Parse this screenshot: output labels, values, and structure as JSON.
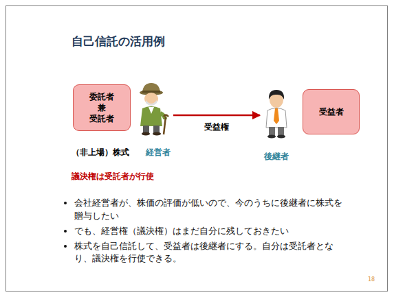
{
  "diagram": {
    "title": "自己信託の活用例",
    "nodes": [
      {
        "text": [
          "委託者 兼 受託者"
        ]
      },
      {
        "text": [
          "受益者"
        ]
      }
    ],
    "edges": [
      {
        "from": 0,
        "to": 1,
        "arrow": "to",
        "label": "受益権"
      }
    ],
    "labels": [
      "（非上場）株式",
      "経営者",
      "後継者",
      "議決権は受託者が行使",
      "会社経営者が、株価の評価が低いので、今のうちに後継者に株式を贈与したい",
      "でも、経営権（議決権）はまだ自分に残しておきたい",
      "株式を自己信託して、受益者は後継者にする。自分は受託者となり、議決権を行使できる。",
      "18"
    ]
  }
}
